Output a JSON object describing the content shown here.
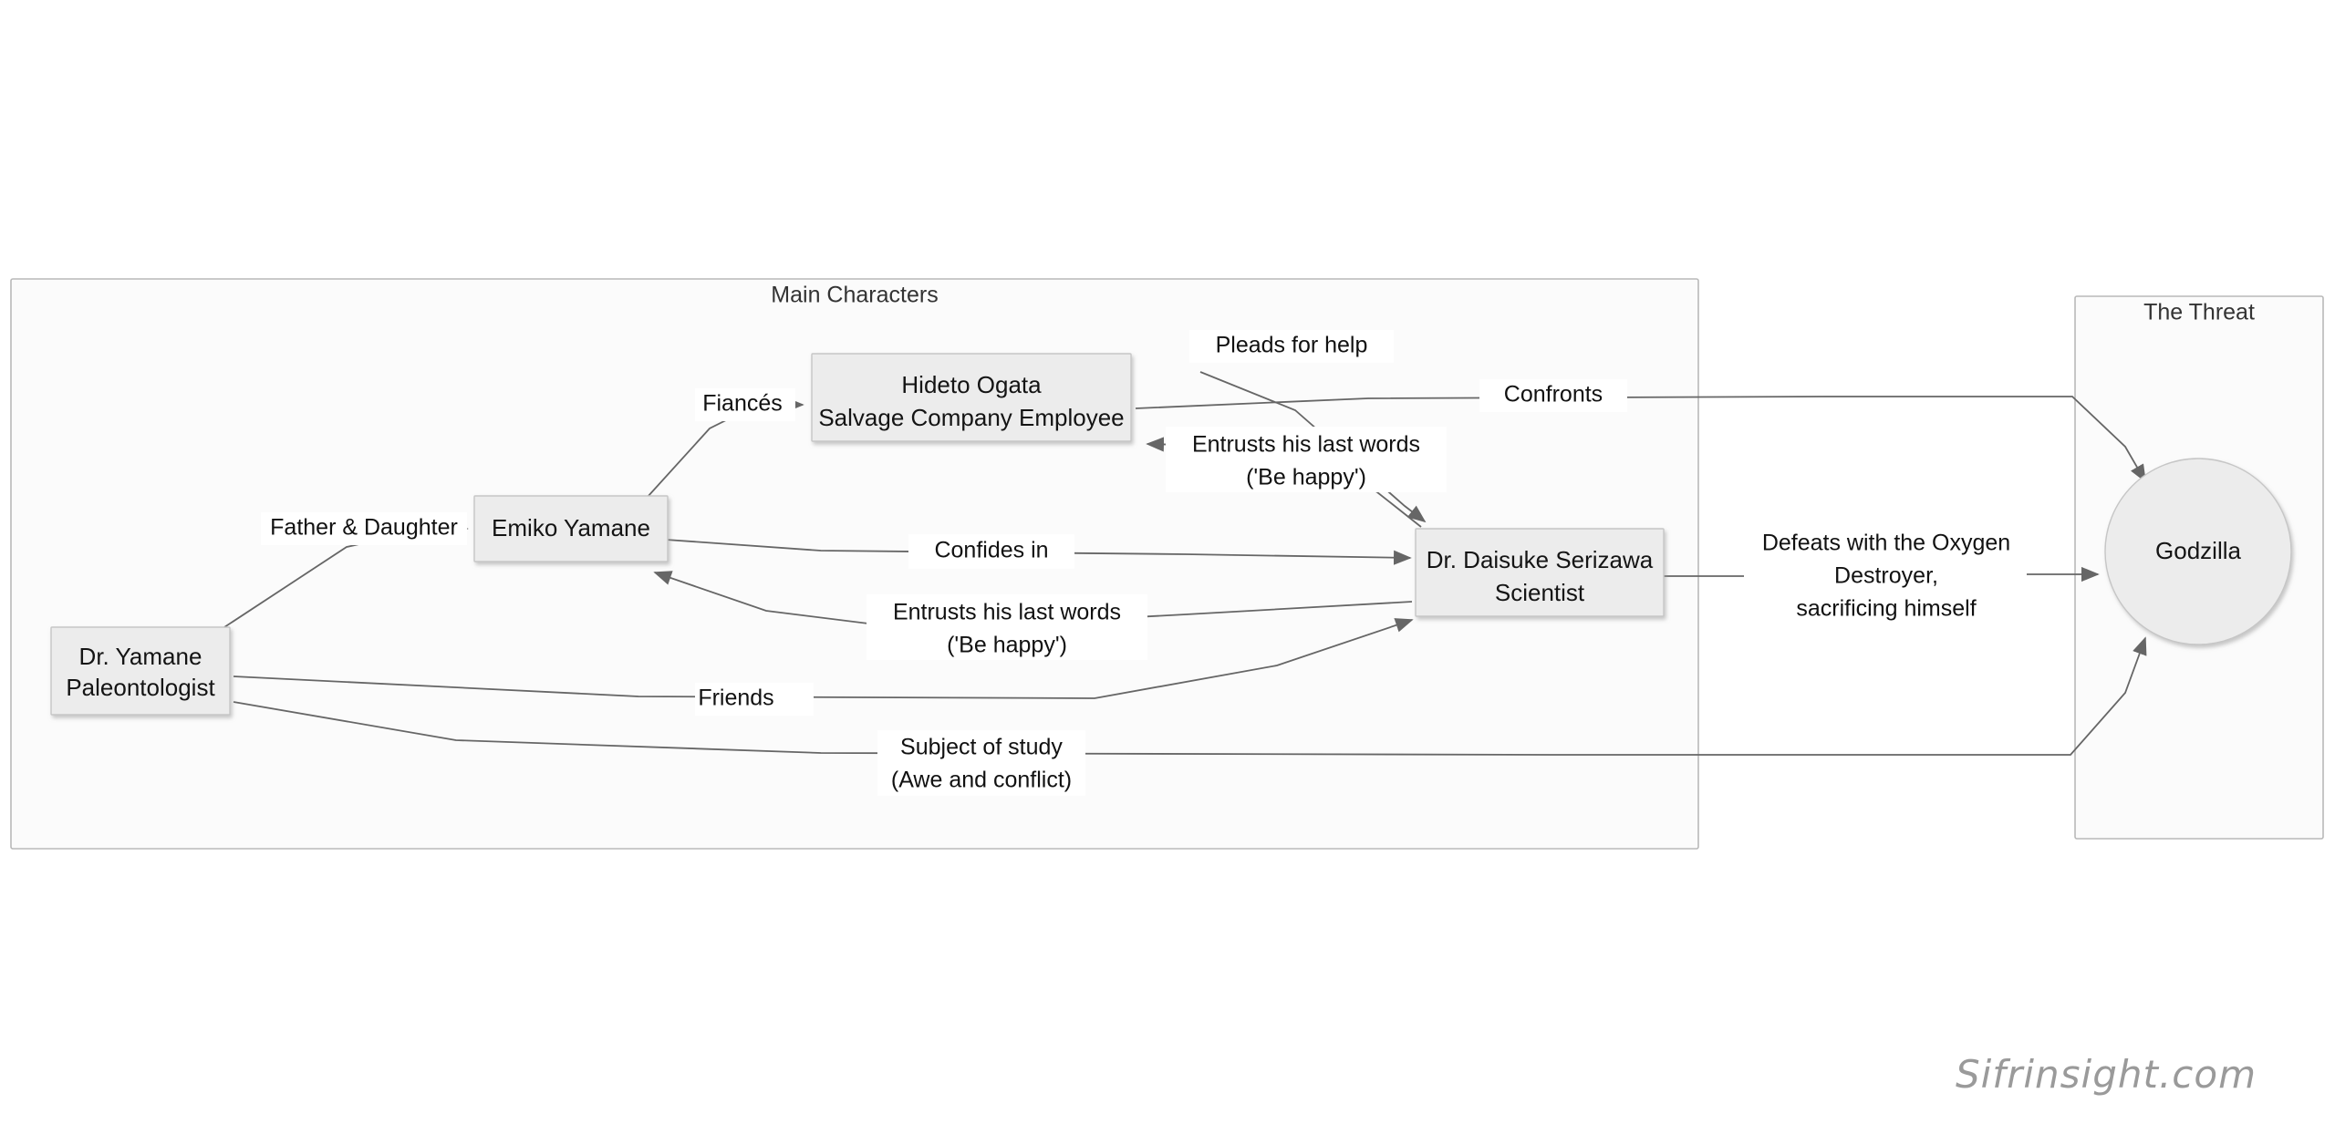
{
  "diagram": {
    "type": "flowchart",
    "clusters": [
      {
        "id": "main_characters",
        "title": "Main Characters"
      },
      {
        "id": "the_threat",
        "title": "The Threat"
      }
    ],
    "nodes": [
      {
        "id": "yamane",
        "line1": "Dr. Yamane",
        "line2": "Paleontologist",
        "shape": "rect"
      },
      {
        "id": "emiko",
        "line1": "Emiko Yamane",
        "line2": "",
        "shape": "rect"
      },
      {
        "id": "ogata",
        "line1": "Hideto Ogata",
        "line2": "Salvage Company Employee",
        "shape": "rect"
      },
      {
        "id": "serizawa",
        "line1": "Dr. Daisuke Serizawa",
        "line2": "Scientist",
        "shape": "rect"
      },
      {
        "id": "godzilla",
        "line1": "Godzilla",
        "line2": "",
        "shape": "circle"
      }
    ],
    "edges": [
      {
        "id": "e1",
        "from": "yamane",
        "to": "emiko",
        "line1": "Father & Daughter",
        "line2": ""
      },
      {
        "id": "e2",
        "from": "emiko",
        "to": "ogata",
        "line1": "Fiancés",
        "line2": ""
      },
      {
        "id": "e3",
        "from": "ogata",
        "to": "serizawa",
        "line1": "Pleads for help",
        "line2": ""
      },
      {
        "id": "e4",
        "from": "serizawa",
        "to": "ogata",
        "line1": "Entrusts his last words",
        "line2": "('Be happy')"
      },
      {
        "id": "e5",
        "from": "emiko",
        "to": "serizawa",
        "line1": "Confides in",
        "line2": ""
      },
      {
        "id": "e6",
        "from": "serizawa",
        "to": "emiko",
        "line1": "Entrusts his last words",
        "line2": "('Be happy')"
      },
      {
        "id": "e7",
        "from": "yamane",
        "to": "serizawa",
        "line1": "Friends",
        "line2": ""
      },
      {
        "id": "e8",
        "from": "yamane",
        "to": "godzilla",
        "line1": "Subject of study",
        "line2": "(Awe and conflict)"
      },
      {
        "id": "e9",
        "from": "ogata",
        "to": "godzilla",
        "line1": "Confronts",
        "line2": ""
      },
      {
        "id": "e10",
        "from": "serizawa",
        "to": "godzilla",
        "line1": "Defeats with the Oxygen",
        "line2": "Destroyer,",
        "line3": "sacrificing himself"
      }
    ]
  },
  "watermark": {
    "text": "Sifrinsight.com"
  },
  "colors": {
    "canvas": "#ffffff",
    "cluster_fill": "#fbfbfb",
    "cluster_stroke": "#b9b9b9",
    "node_fill": "#ececec",
    "node_stroke": "#c6c6c6",
    "edge_stroke": "#666666",
    "text": "#111111"
  }
}
